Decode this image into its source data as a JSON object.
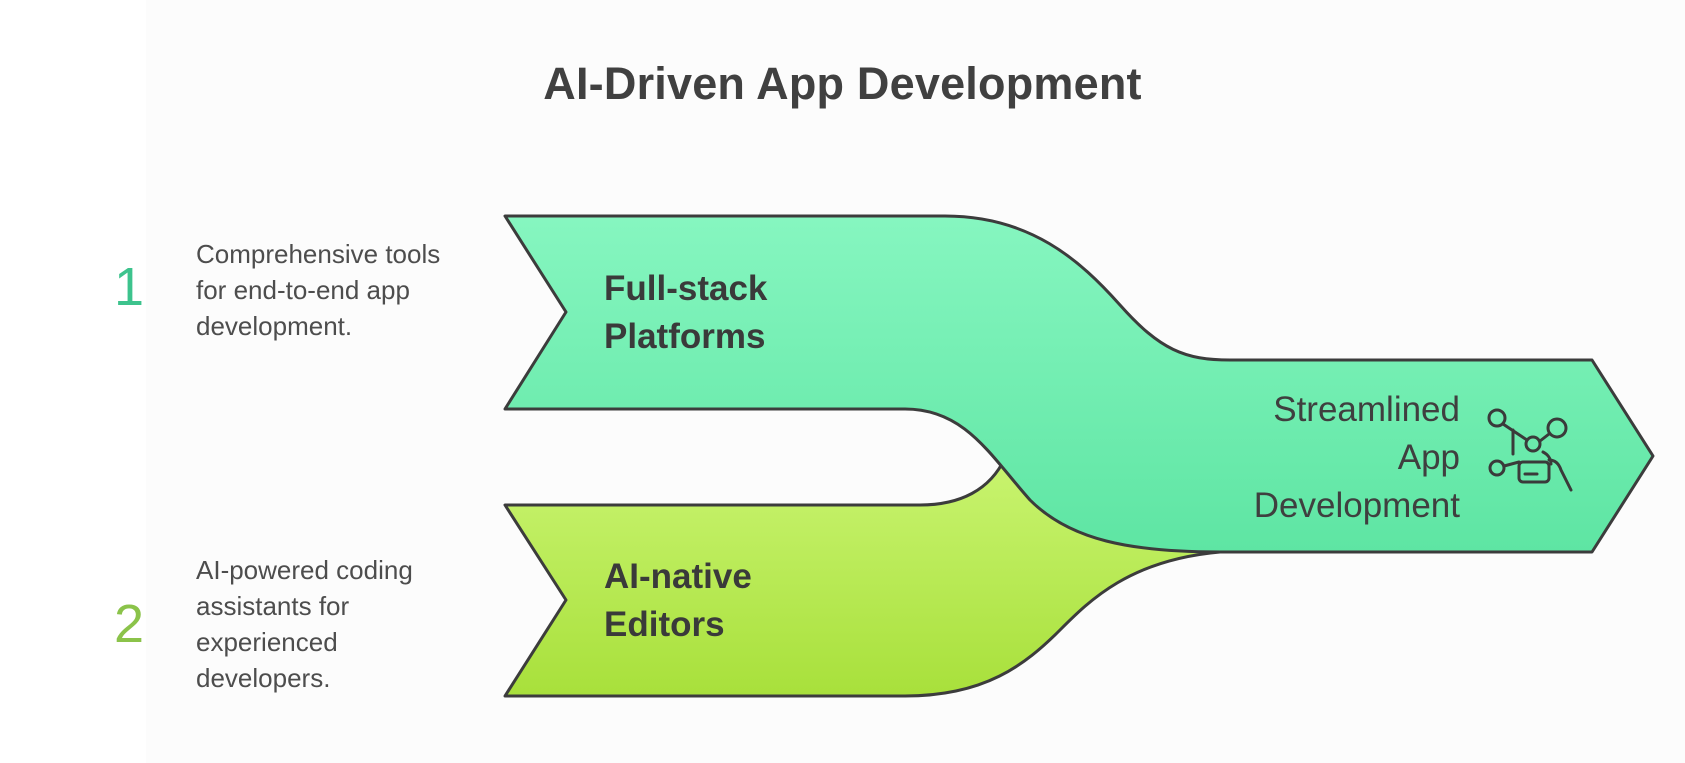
{
  "title": "AI-Driven App Development",
  "items": [
    {
      "number": "1",
      "number_color": "#3dc38d",
      "description": "Comprehensive tools for end-to-end app development.",
      "label_line1": "Full-stack",
      "label_line2": "Platforms",
      "fill_top": "#86f6c0",
      "fill_bottom": "#5ee5a3"
    },
    {
      "number": "2",
      "number_color": "#8bc34a",
      "description": "AI-powered coding assistants for experienced developers.",
      "label_line1": "AI-native",
      "label_line2": "Editors",
      "fill_top": "#c9f470",
      "fill_bottom": "#a8e03b"
    }
  ],
  "outcome": {
    "line1": "Streamlined",
    "line2": "App",
    "line3": "Development",
    "icon": "app-development-network-icon",
    "fill_top": "#6eefb0",
    "fill_bottom": "#43d693"
  },
  "stroke_color": "#3c3c3c"
}
